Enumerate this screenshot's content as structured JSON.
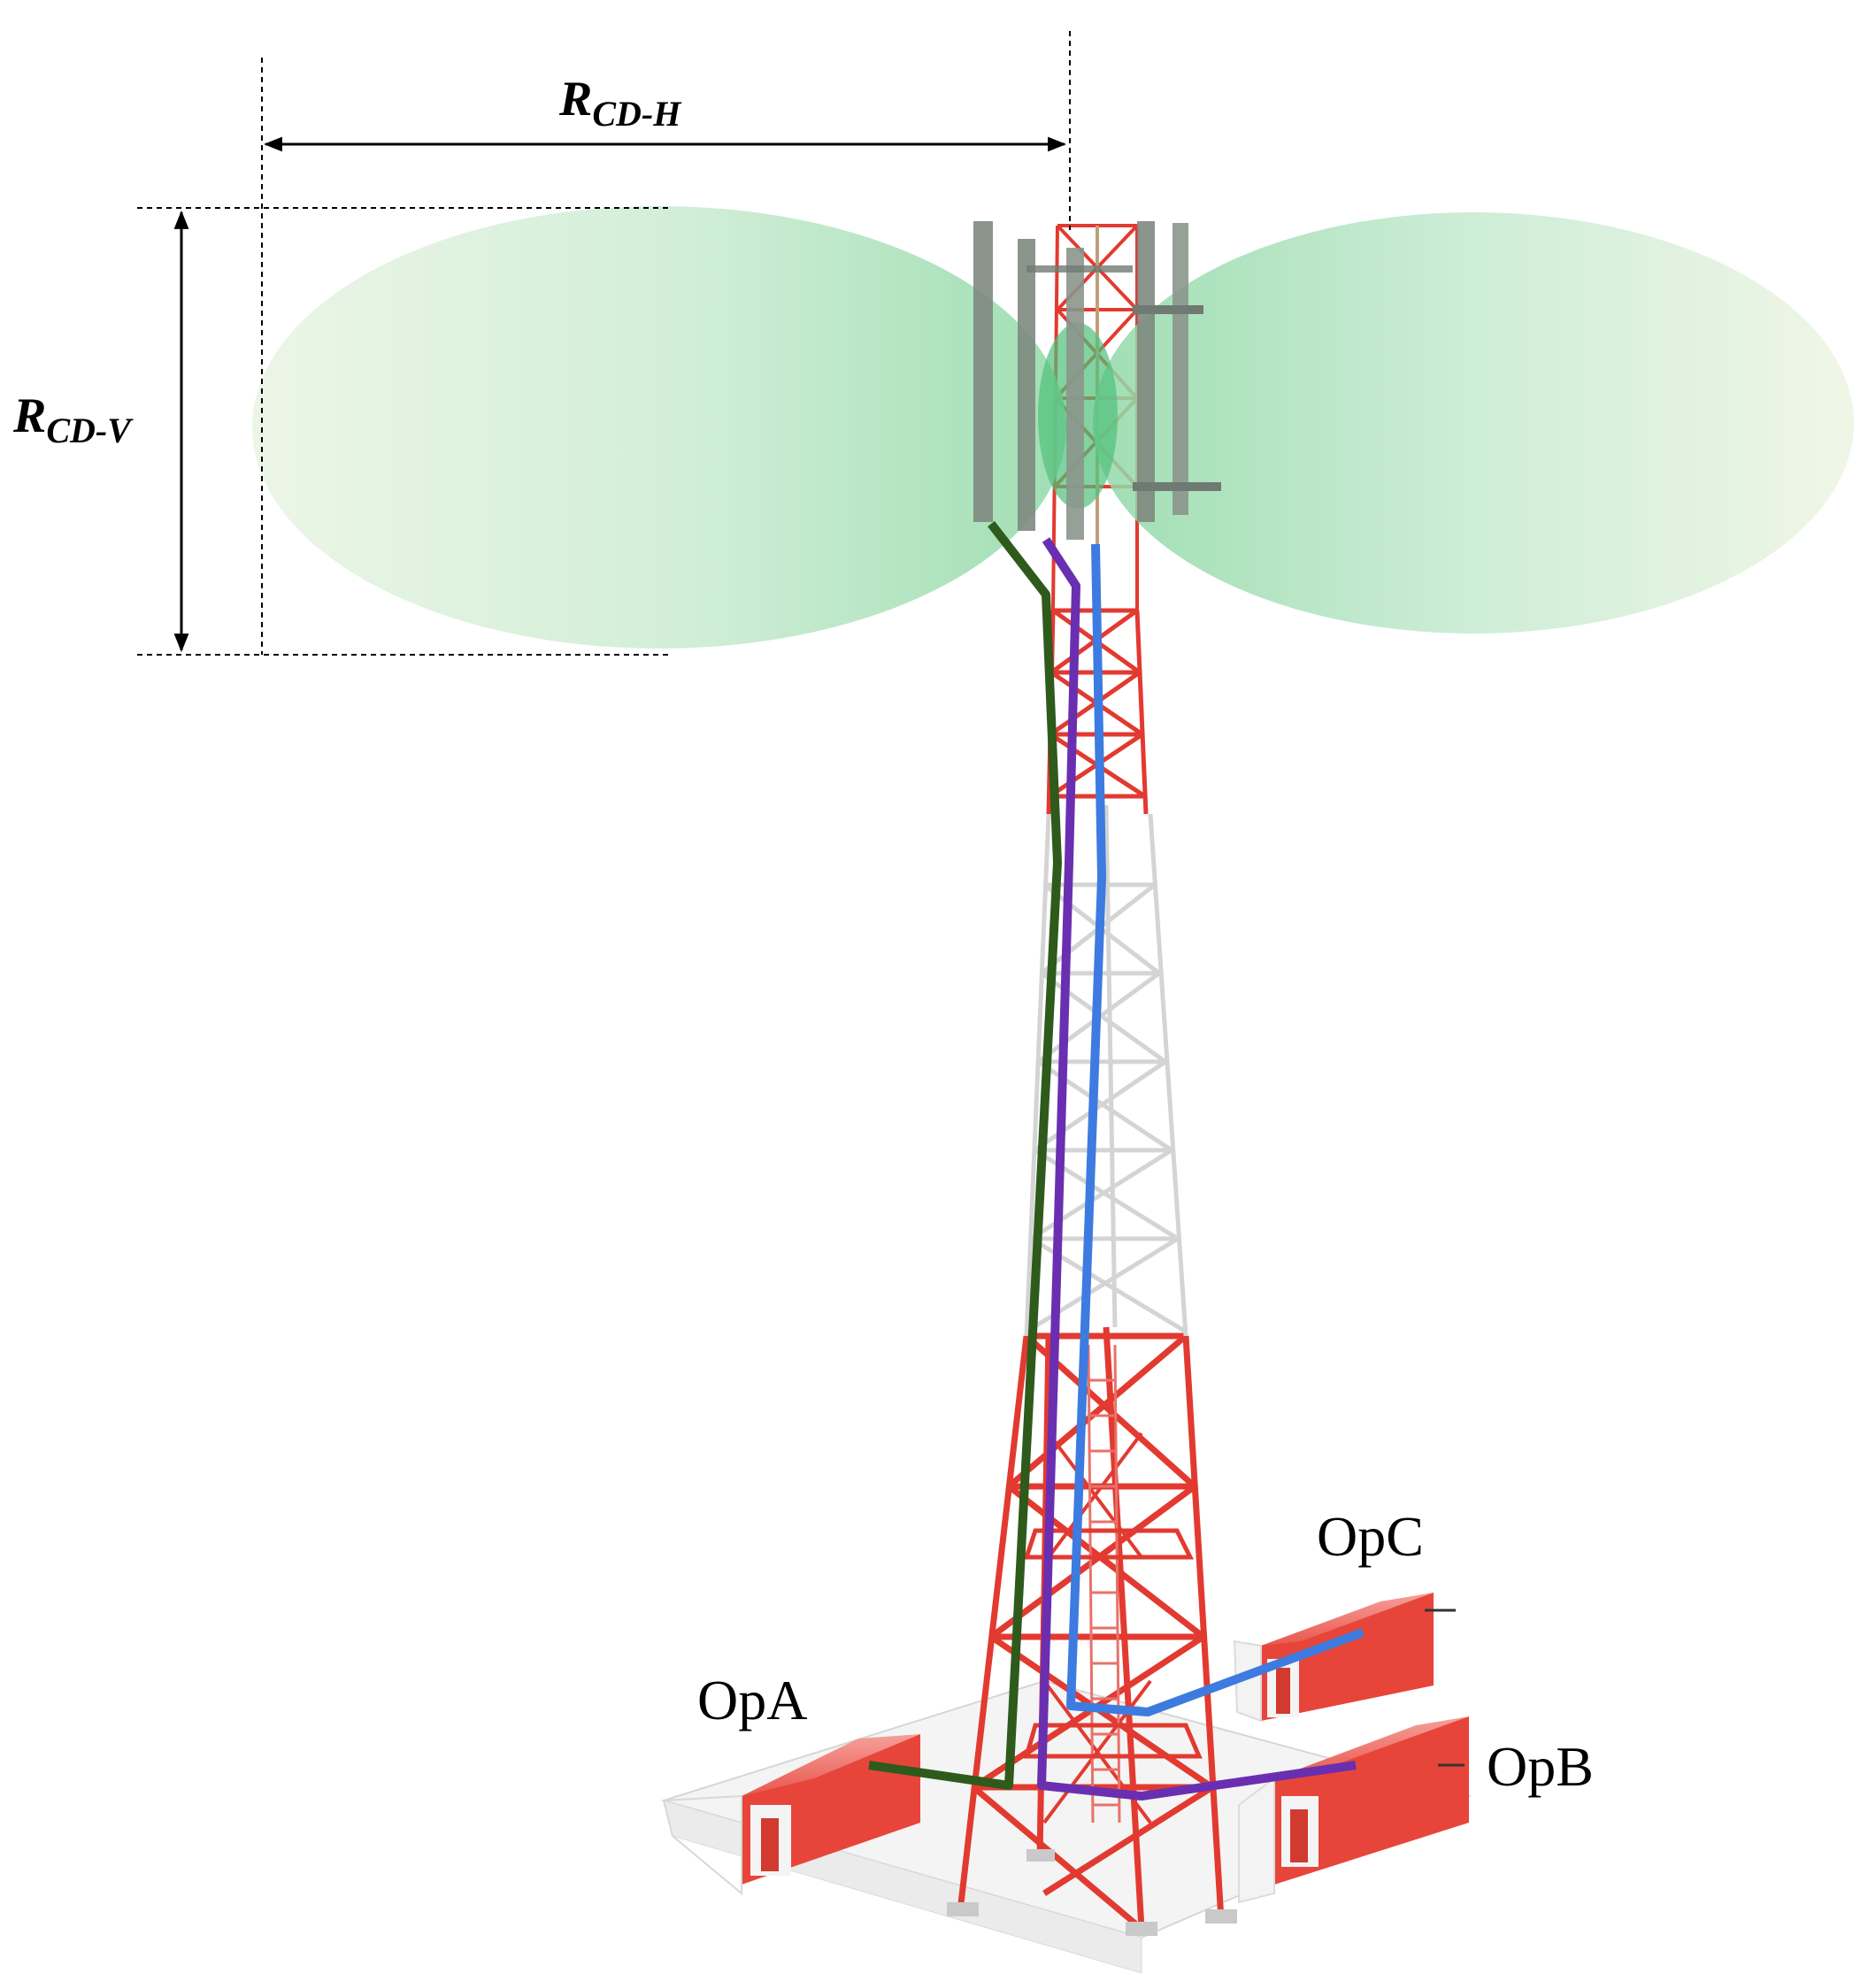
{
  "dimensions": {
    "horizontal": {
      "main": "R",
      "sub": "CD-H"
    },
    "vertical": {
      "main": "R",
      "sub": "CD-V"
    }
  },
  "operators": {
    "a": {
      "label": "OpA",
      "color": "#2e5a1c"
    },
    "b": {
      "label": "OpB",
      "color": "#6a2fb0"
    },
    "c": {
      "label": "OpC",
      "color": "#3d7be0"
    }
  },
  "colors": {
    "tower": "#e23a30",
    "tower_upper": "#d8d8d8",
    "beam": "#7fd39a",
    "antenna_panel": "#7e8a80",
    "shelter": "#e8453a"
  }
}
